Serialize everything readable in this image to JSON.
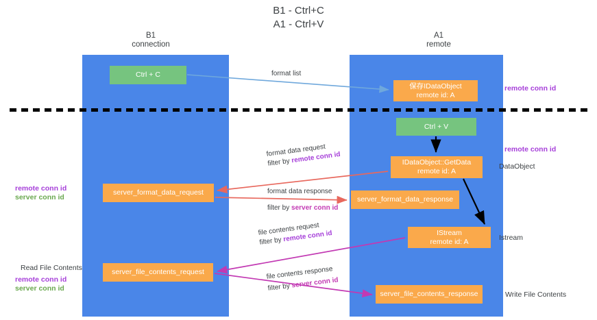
{
  "title": {
    "line1": "B1 - Ctrl+C",
    "line2": "A1 - Ctrl+V"
  },
  "columns": [
    {
      "id": "b1",
      "name": "B1",
      "role": "connection",
      "color": "#4a86e8"
    },
    {
      "id": "a1",
      "name": "A1",
      "role": "remote",
      "color": "#4a86e8"
    }
  ],
  "nodes": {
    "ctrl_c": {
      "line1": "Ctrl + C",
      "color": "#76c47f"
    },
    "save_dataobject": {
      "line1": "保存IDataObject",
      "line2": "remote id: A",
      "color": "#faa94b"
    },
    "ctrl_v": {
      "line1": "Ctrl + V",
      "color": "#76c47f"
    },
    "getdata": {
      "line1": "IDataObject::GetData",
      "line2": "remote id: A",
      "color": "#faa94b"
    },
    "server_format_data_request": {
      "line1": "server_format_data_request",
      "color": "#faa94b"
    },
    "server_format_data_response": {
      "line1": "server_format_data_response",
      "color": "#faa94b"
    },
    "istream": {
      "line1": "IStream",
      "line2": "remote id: A",
      "color": "#faa94b"
    },
    "server_file_contents_request": {
      "line1": "server_file_contents_request",
      "color": "#faa94b"
    },
    "server_file_contents_response": {
      "line1": "server_file_contents_response",
      "color": "#faa94b"
    }
  },
  "edge_labels": {
    "format_list": "format list",
    "format_data_request": {
      "line1": "format data request",
      "filter_prefix": "filter by ",
      "filter_key": "remote conn id"
    },
    "format_data_response": {
      "line1": "format data response",
      "filter_prefix": "filter by ",
      "filter_key": "server conn id"
    },
    "file_contents_request": {
      "line1": "file contents request",
      "filter_prefix": "filter by ",
      "filter_key": "remote conn id"
    },
    "file_contents_response": {
      "line1": "file contents response",
      "filter_prefix": "filter by ",
      "filter_key": "server conn id"
    }
  },
  "annotations": {
    "right_remote_conn_id_top": "remote conn id",
    "right_remote_conn_id_mid": "remote conn id",
    "right_dataobject": "DataObject",
    "right_istream": "Istream",
    "right_write_file_contents": "Write File Contents",
    "left_remote_conn_id": "remote conn id",
    "left_server_conn_id": "server conn id",
    "left_read_file_contents": "Read File Contents",
    "left_remote_conn_id_2": "remote conn id",
    "left_server_conn_id_2": "server conn id"
  },
  "colors": {
    "lane": "#4a86e8",
    "green_node": "#76c47f",
    "orange_node": "#faa94b",
    "purple_text": "#a63fd9",
    "green_text": "#6aa84f",
    "magenta_text": "#c239b3",
    "red_arrow": "#e8685d",
    "magenta_arrow": "#c239b3",
    "blue_arrow": "#6fa8dc",
    "black_arrow": "#000000",
    "divider": "#000000",
    "background": "#ffffff",
    "text": "#3c4043"
  }
}
